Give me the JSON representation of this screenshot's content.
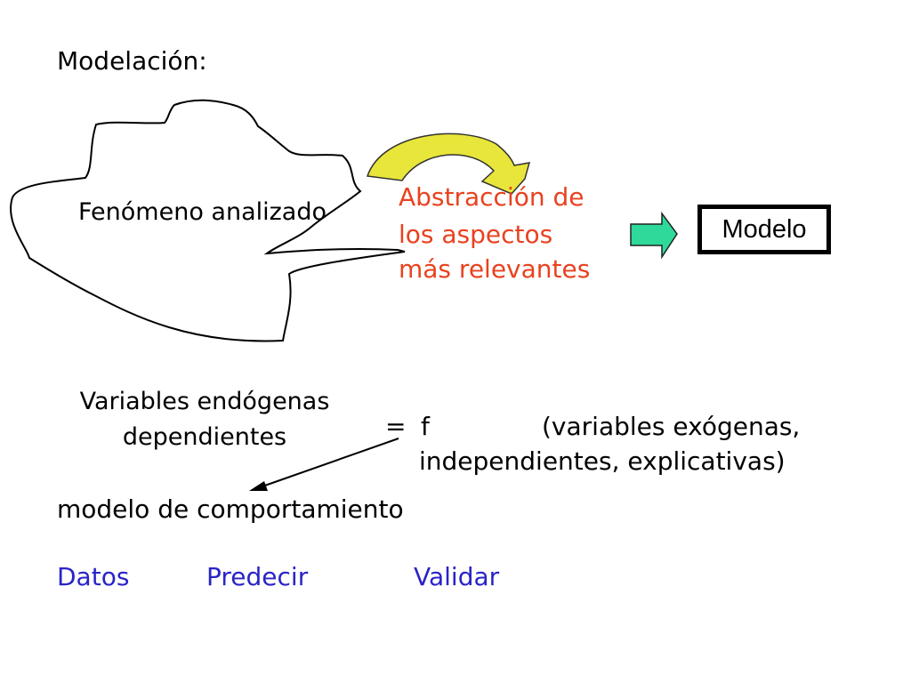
{
  "title": "Modelación:",
  "diagram": {
    "phenomenon_label": "Fenómeno analizado",
    "abstraction_label": [
      "Abstracción de",
      "los aspectos",
      "más relevantes"
    ],
    "model_label": "Modelo",
    "colors": {
      "abstraction_text": "#e8421f",
      "curved_arrow": "#e8e63a",
      "block_arrow": "#2fd99a",
      "bottom_words": "#2a24c6"
    }
  },
  "equation": {
    "lhs": [
      "Variables endógenas",
      "dependientes"
    ],
    "equals": "=",
    "function": "f",
    "rhs": [
      "(variables exógenas,",
      "independientes, explicativas)"
    ]
  },
  "behavior_model": "modelo de comportamiento",
  "bottom_words": [
    "Datos",
    "Predecir",
    "Validar"
  ]
}
